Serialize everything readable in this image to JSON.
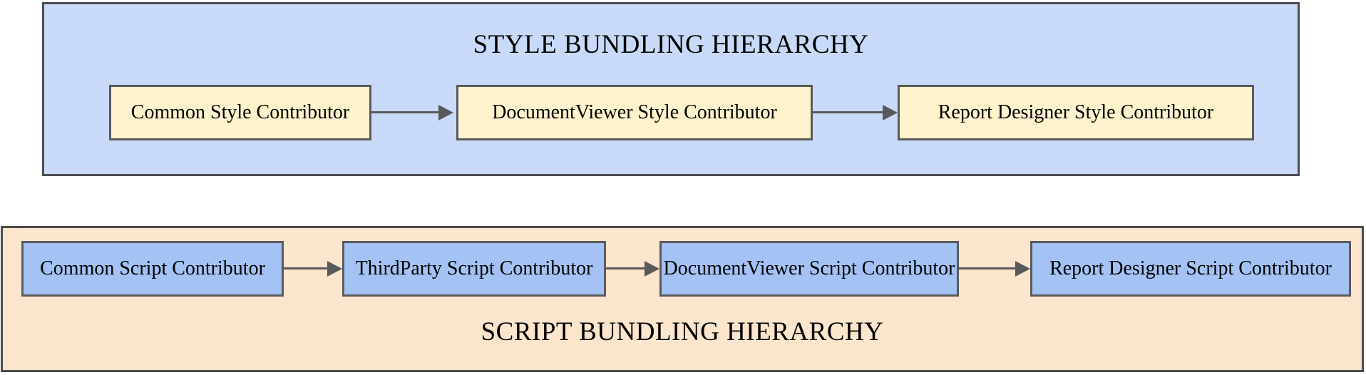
{
  "style_section": {
    "title": "STYLE BUNDLING HIERARCHY",
    "container_fill": "#c9daf8",
    "node_fill": "#fff2cc",
    "nodes": [
      {
        "label": "Common Style Contributor"
      },
      {
        "label": "DocumentViewer Style Contributor"
      },
      {
        "label": "Report Designer Style Contributor"
      }
    ]
  },
  "script_section": {
    "title": "SCRIPT BUNDLING HIERARCHY",
    "container_fill": "#fce5cd",
    "node_fill": "#a4c2f4",
    "nodes": [
      {
        "label": "Common Script Contributor"
      },
      {
        "label": "ThirdParty Script Contributor"
      },
      {
        "label": "DocumentViewer Script Contributor"
      },
      {
        "label": "Report Designer Script Contributor"
      }
    ]
  },
  "colors": {
    "container_border": "#4d4d4d",
    "node_border": "#5b5b5b",
    "arrow": "#595959",
    "text": "#000000",
    "page_background": "#ffffff"
  }
}
